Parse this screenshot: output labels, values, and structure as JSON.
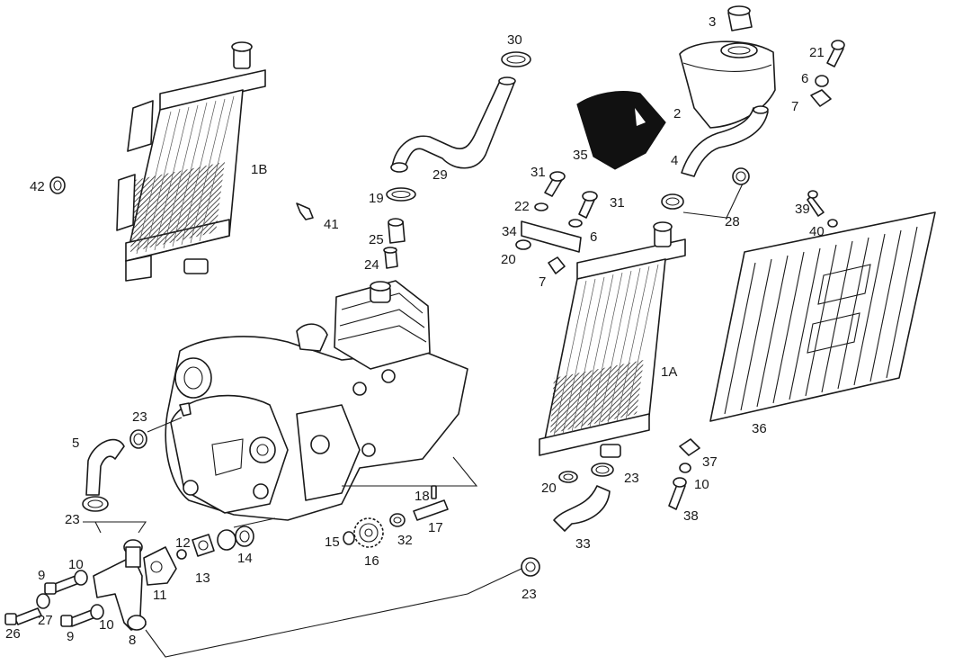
{
  "labels": {
    "l1B": "1B",
    "l42": "42",
    "l41": "41",
    "l30": "30",
    "l29": "29",
    "l19": "19",
    "l25": "25",
    "l24": "24",
    "l3": "3",
    "l2": "2",
    "l4": "4",
    "l35": "35",
    "l21": "21",
    "l6a": "6",
    "l7a": "7",
    "l31a": "31",
    "l31b": "31",
    "l22": "22",
    "l34": "34",
    "l6b": "6",
    "l20a": "20",
    "l7b": "7",
    "l28": "28",
    "l39": "39",
    "l40": "40",
    "l1A": "1A",
    "l36": "36",
    "l23a": "23",
    "l5": "5",
    "l23b": "23",
    "l18": "18",
    "l17": "17",
    "l32": "32",
    "l15": "15",
    "l16": "16",
    "l12": "12",
    "l13": "13",
    "l14": "14",
    "l11": "11",
    "l10a": "10",
    "l9a": "9",
    "l27": "27",
    "l26": "26",
    "l9b": "9",
    "l10b": "10",
    "l8": "8",
    "l23c": "23",
    "l20b": "20",
    "l23d": "23",
    "l33": "33",
    "l37": "37",
    "l10c": "10",
    "l38": "38"
  }
}
